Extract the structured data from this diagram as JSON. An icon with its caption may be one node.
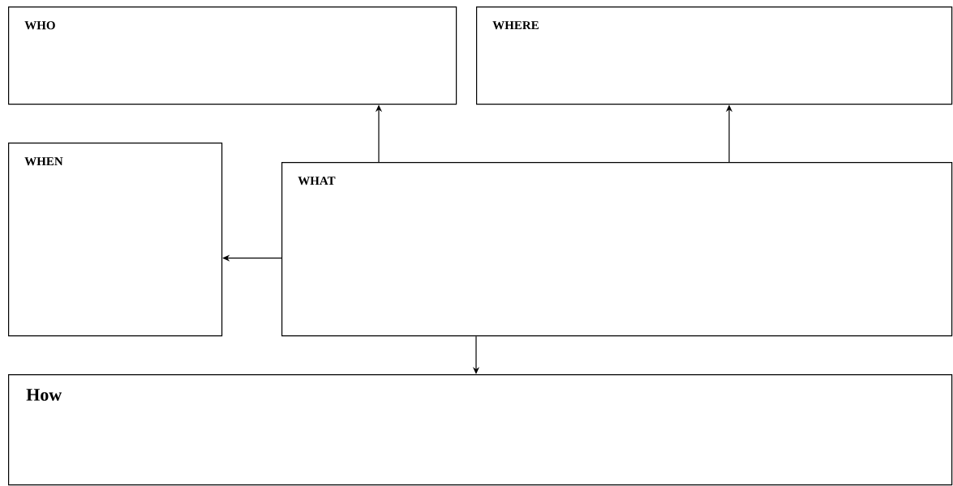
{
  "diagram": {
    "nodes": [
      {
        "text": [
          "WHO"
        ]
      },
      {
        "text": [
          "WHERE"
        ]
      },
      {
        "text": [
          "WHEN"
        ]
      },
      {
        "text": [
          "WHAT"
        ]
      },
      {
        "text": [
          "How"
        ]
      }
    ],
    "edges": [
      {
        "from": 3,
        "to": 0,
        "arrow": "to"
      },
      {
        "from": 3,
        "to": 1,
        "arrow": "to"
      },
      {
        "from": 3,
        "to": 2,
        "arrow": "to"
      },
      {
        "from": 3,
        "to": 4,
        "arrow": "to"
      }
    ]
  }
}
